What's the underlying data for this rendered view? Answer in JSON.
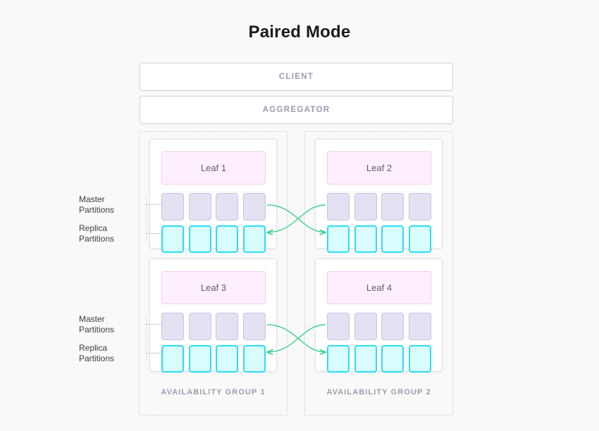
{
  "diagram": {
    "title": "Paired Mode",
    "background_color": "#f9f9f9",
    "nodes": {
      "client": "CLIENT",
      "aggregator": "AGGREGATOR"
    },
    "availability_groups": [
      {
        "label": "AVAILABILITY GROUP 1",
        "leaves": [
          {
            "name": "Leaf 1",
            "master_partitions": 4,
            "replica_partitions": 4
          },
          {
            "name": "Leaf 3",
            "master_partitions": 4,
            "replica_partitions": 4
          }
        ]
      },
      {
        "label": "AVAILABILITY GROUP 2",
        "leaves": [
          {
            "name": "Leaf 2",
            "master_partitions": 4,
            "replica_partitions": 4
          },
          {
            "name": "Leaf 4",
            "master_partitions": 4,
            "replica_partitions": 4
          }
        ]
      }
    ],
    "annotations": {
      "master_line1": "Master",
      "master_line2": "Partitions",
      "replica_line1": "Replica",
      "replica_line2": "Partitions"
    },
    "pairings": [
      {
        "from": "Leaf 1 master",
        "to": "Leaf 2 replica"
      },
      {
        "from": "Leaf 2 master",
        "to": "Leaf 1 replica"
      },
      {
        "from": "Leaf 3 master",
        "to": "Leaf 4 replica"
      },
      {
        "from": "Leaf 4 master",
        "to": "Leaf 3 replica"
      }
    ],
    "colors": {
      "leaf_fill": "#fdf0fc",
      "leaf_border": "#f7c7f1",
      "master_fill": "#e4e1f3",
      "master_border": "#c7c1e7",
      "replica_fill": "#d9fcff",
      "replica_border": "#2adef5",
      "arrow": "#3ecf8e",
      "muted_text": "#9c9cb2",
      "title_text": "#1b1b1f"
    }
  }
}
